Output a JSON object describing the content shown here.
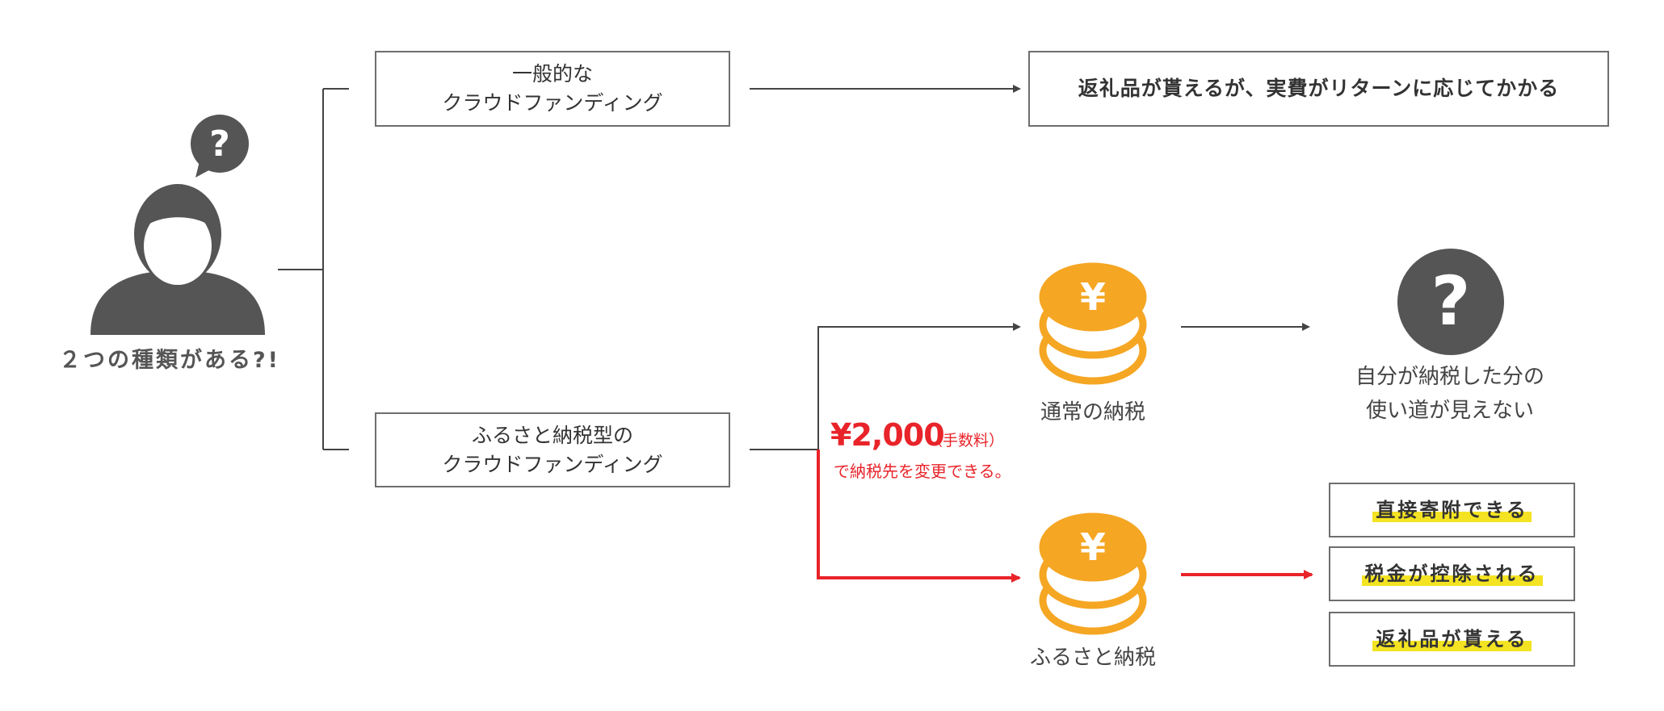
{
  "person": {
    "bubble_glyph": "?",
    "caption": "２つの種類がある?!"
  },
  "general": {
    "label_line1": "一般的な",
    "label_line2": "クラウドファンディング",
    "result": "返礼品が貰えるが、実費がリターンに応じてかかる"
  },
  "furusato": {
    "label_line1": "ふるさと納税型の",
    "label_line2": "クラウドファンディング"
  },
  "normal_tax": {
    "coin_glyph": "¥",
    "caption": "通常の納税",
    "unknown_glyph": "?",
    "unknown_line1": "自分が納税した分の",
    "unknown_line2": "使い道が見えない"
  },
  "fee": {
    "amount": "¥2,000",
    "unit": "（手数料）",
    "description": "で納税先を変更できる。"
  },
  "furusato_tax": {
    "coin_glyph": "¥",
    "caption": "ふるさと納税",
    "benefits": [
      "直接寄附できる",
      "税金が控除される",
      "返礼品が貰える"
    ]
  },
  "colors": {
    "line": "#444444",
    "accent_red": "#e8242a",
    "coin_orange": "#f5a623",
    "icon_gray": "#555555",
    "highlight_yellow": "#f4e322"
  }
}
